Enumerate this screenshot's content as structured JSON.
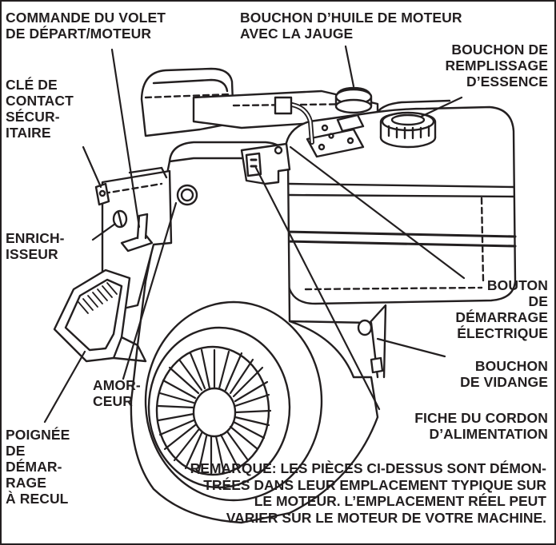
{
  "labels": {
    "choke_control": "COMMANDE DU VOLET\nDE DÉPART/MOTEUR",
    "oil_cap": "BOUCHON D’HUILE DE MOTEUR\nAVEC LA JAUGE",
    "fuel_cap": "BOUCHON DE\nREMPLISSAGE\nD’ESSENCE",
    "safety_key": "CLÉ DE\nCONTACT\nSÉCUR-\nITAIRE",
    "enrichment": "ENRICH-\nISSEUR",
    "start_button": "BOUTON\nDE\nDÉMARRAGE\nÉLECTRIQUE",
    "drain_plug": "BOUCHON\nDE VIDANGE",
    "primer": "AMOR-\nCEUR",
    "power_cord": "FICHE DU CORDON\nD’ALIMENTATION",
    "recoil_handle": "POIGNÉE\nDE\nDÉMAR-\nRAGE\nÀ RECUL"
  },
  "note": "REMARQUE: LES PIÈCES CI-DESSUS SONT DÉMON-\nTRÉES DANS LEUR EMPLACEMENT TYPIQUE SUR\nLE MOTEUR. L’EMPLACEMENT RÉEL PEUT\nVARIER SUR LE MOTEUR DE VOTRE MACHINE."
}
